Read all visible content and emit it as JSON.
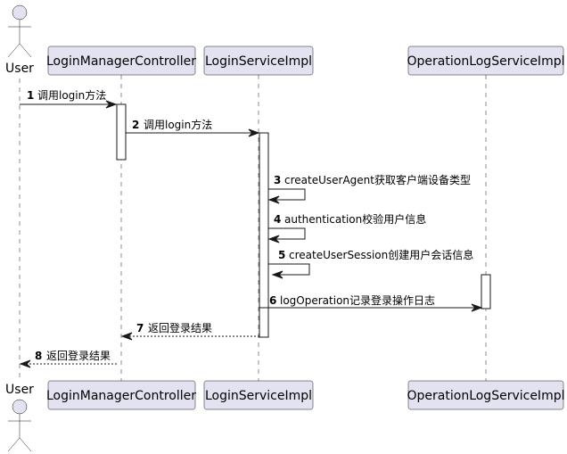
{
  "participants": [
    {
      "id": "user",
      "label": "User",
      "kind": "actor"
    },
    {
      "id": "lmc",
      "label": "LoginManagerController",
      "kind": "participant"
    },
    {
      "id": "lsi",
      "label": "LoginServiceImpl",
      "kind": "participant"
    },
    {
      "id": "olsi",
      "label": "OperationLogServiceImpl",
      "kind": "participant"
    }
  ],
  "messages": [
    {
      "num": "1",
      "label": "调用login方法",
      "from": "user",
      "to": "lmc",
      "style": "solid"
    },
    {
      "num": "2",
      "label": "调用login方法",
      "from": "lmc",
      "to": "lsi",
      "style": "solid"
    },
    {
      "num": "3",
      "label": "createUserAgent获取客户端设备类型",
      "from": "lsi",
      "to": "lsi",
      "style": "solid"
    },
    {
      "num": "4",
      "label": "authentication校验用户信息",
      "from": "lsi",
      "to": "lsi",
      "style": "solid"
    },
    {
      "num": "5",
      "label": "createUserSession创建用户会话信息",
      "from": "lsi",
      "to": "lsi",
      "style": "solid"
    },
    {
      "num": "6",
      "label": "logOperation记录登录操作日志",
      "from": "lsi",
      "to": "olsi",
      "style": "solid"
    },
    {
      "num": "7",
      "label": "返回登录结果",
      "from": "lsi",
      "to": "lmc",
      "style": "dashed"
    },
    {
      "num": "8",
      "label": "返回登录结果",
      "from": "lmc",
      "to": "user",
      "style": "dashed"
    }
  ],
  "colors": {
    "participant_fill": "#e2e2f0",
    "line": "#181818",
    "activation_fill": "#ffffff"
  }
}
